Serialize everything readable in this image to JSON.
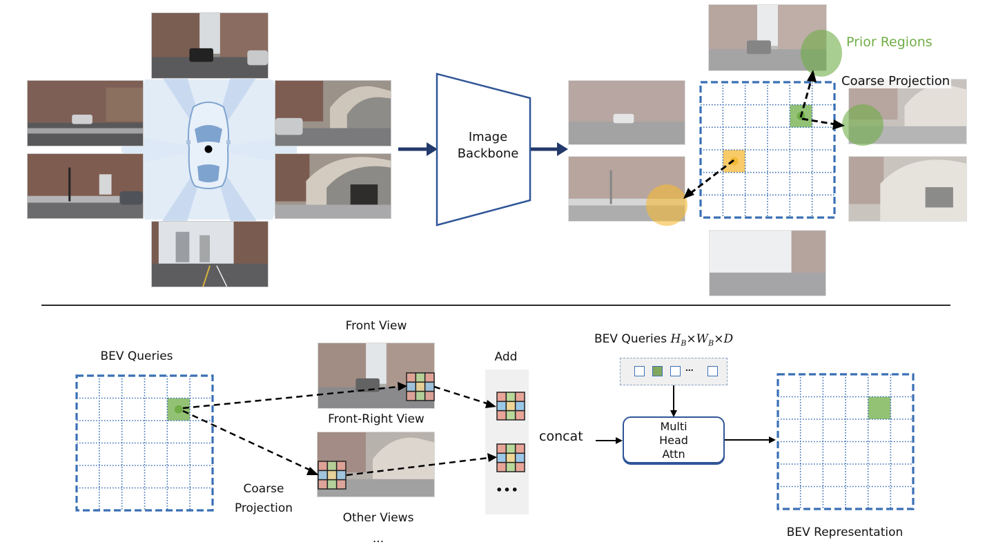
{
  "top_panel": {
    "camera_views": [
      {
        "id": "front",
        "label": "front camera image"
      },
      {
        "id": "front-left",
        "label": "front-left camera image"
      },
      {
        "id": "front-right",
        "label": "front-right camera image"
      },
      {
        "id": "back-left",
        "label": "back-left camera image"
      },
      {
        "id": "back-right",
        "label": "back-right camera image"
      },
      {
        "id": "back",
        "label": "back camera image"
      }
    ],
    "backbone_label_line1": "Image",
    "backbone_label_line2": "Backbone",
    "prior_regions_label": "Prior Regions",
    "coarse_projection_label": "Coarse Projection",
    "bev_grid": {
      "rows": 6,
      "cols": 6,
      "highlighted_cells": [
        {
          "row": 1,
          "col": 4,
          "color": "#70ad47"
        },
        {
          "row": 3,
          "col": 1,
          "color": "#f5b935"
        }
      ]
    },
    "colors": {
      "grid_blue": "#3a6fb5",
      "prior_green": "#70ad47",
      "prior_yellow": "#f5b935",
      "backbone_navy": "#23396b",
      "fov_blue": "#c9dbf0"
    }
  },
  "bottom_panel": {
    "bev_queries_label": "BEV Queries",
    "coarse_projection_line1": "Coarse",
    "coarse_projection_line2": "Projection",
    "front_view_label": "Front View",
    "front_right_view_label": "Front-Right View",
    "other_views_label": "Other Views",
    "other_views_ellipsis": "...",
    "add_label": "Add",
    "add_ellipsis": "•••",
    "concat_label": "concat",
    "bev_queries_dim_prefix": "BEV Queries ",
    "bev_queries_dim_H": "H",
    "bev_queries_dim_W": "W",
    "bev_queries_dim_sub": "B",
    "bev_queries_dim_D": "D",
    "query_strip_ellipsis": "...",
    "attn_line1": "Multi",
    "attn_line2": "Head",
    "attn_line3": "Attn",
    "bev_representation_label": "BEV Representation",
    "patch_colors": [
      "#e8a598",
      "#b9d99a",
      "#e8a598",
      "#9cc8e8",
      "#f0d798",
      "#9cc8e8",
      "#e8a598",
      "#b9d99a",
      "#e8a598"
    ]
  }
}
